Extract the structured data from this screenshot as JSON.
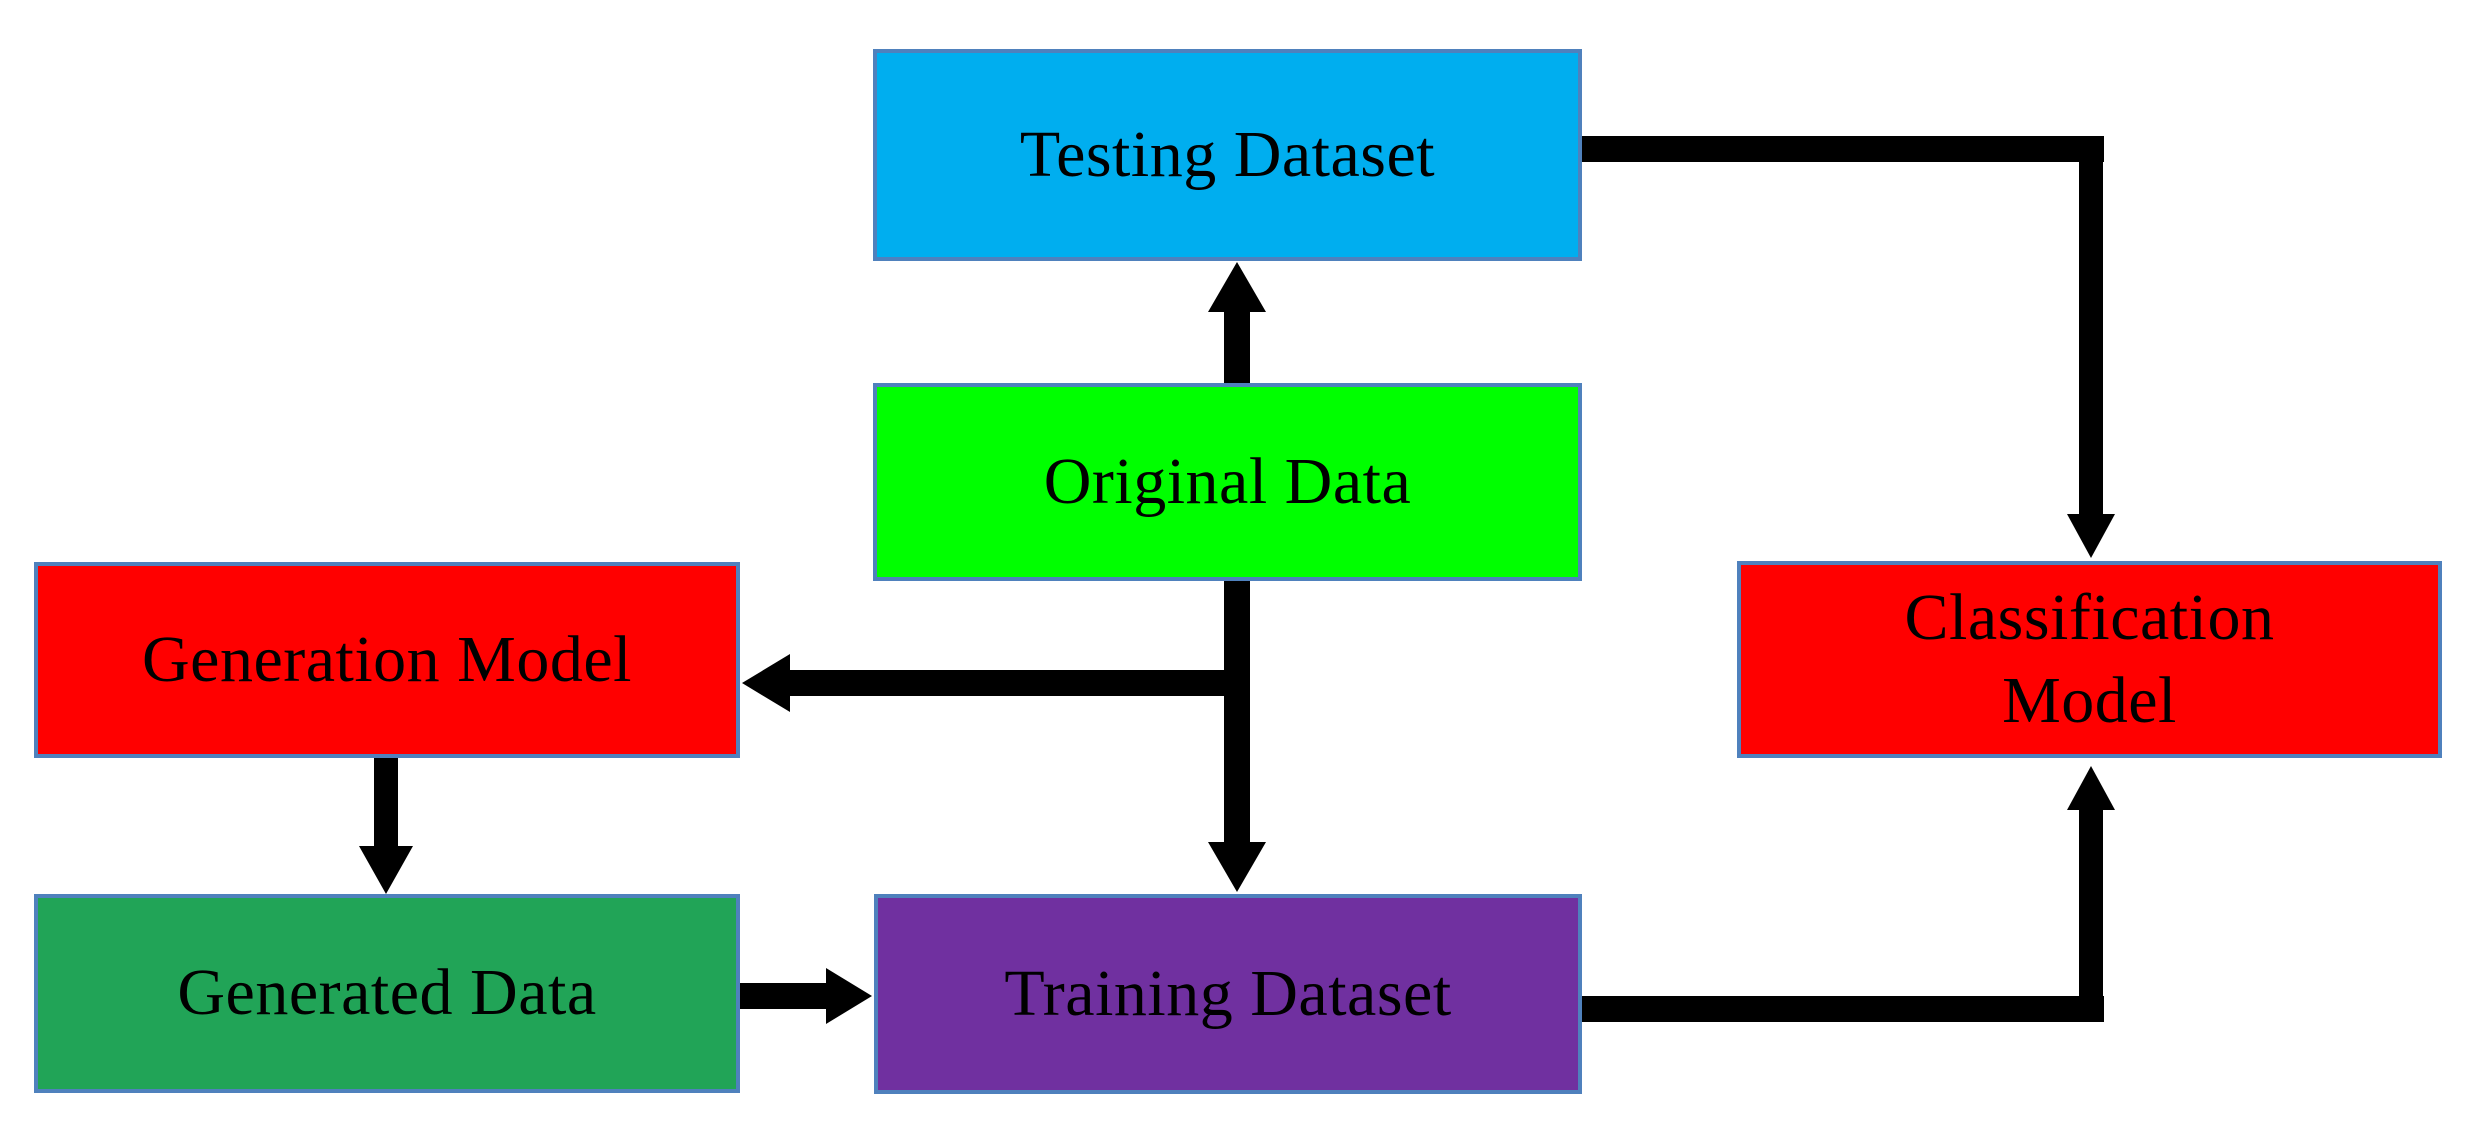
{
  "diagram": {
    "type": "flowchart",
    "background": "#ffffff",
    "nodes": {
      "testing": {
        "label": "Testing Dataset",
        "fill": "#00aeef"
      },
      "original": {
        "label": "Original Data",
        "fill": "#00ff00"
      },
      "generation": {
        "label": "Generation Model",
        "fill": "#ff0000"
      },
      "generated": {
        "label": "Generated Data",
        "fill": "#21a457"
      },
      "training": {
        "label": "Training Dataset",
        "fill": "#7030a0"
      },
      "classification": {
        "label": "Classification Model",
        "fill": "#ff0000"
      }
    },
    "colors": {
      "node_border": "#4f81bd",
      "arrow": "#000000",
      "text": "#000000"
    },
    "edges": [
      {
        "from": "original",
        "to": "testing"
      },
      {
        "from": "original",
        "to": "generation"
      },
      {
        "from": "original",
        "to": "training"
      },
      {
        "from": "generation",
        "to": "generated"
      },
      {
        "from": "generated",
        "to": "training"
      },
      {
        "from": "testing",
        "to": "classification"
      },
      {
        "from": "training",
        "to": "classification"
      }
    ]
  }
}
